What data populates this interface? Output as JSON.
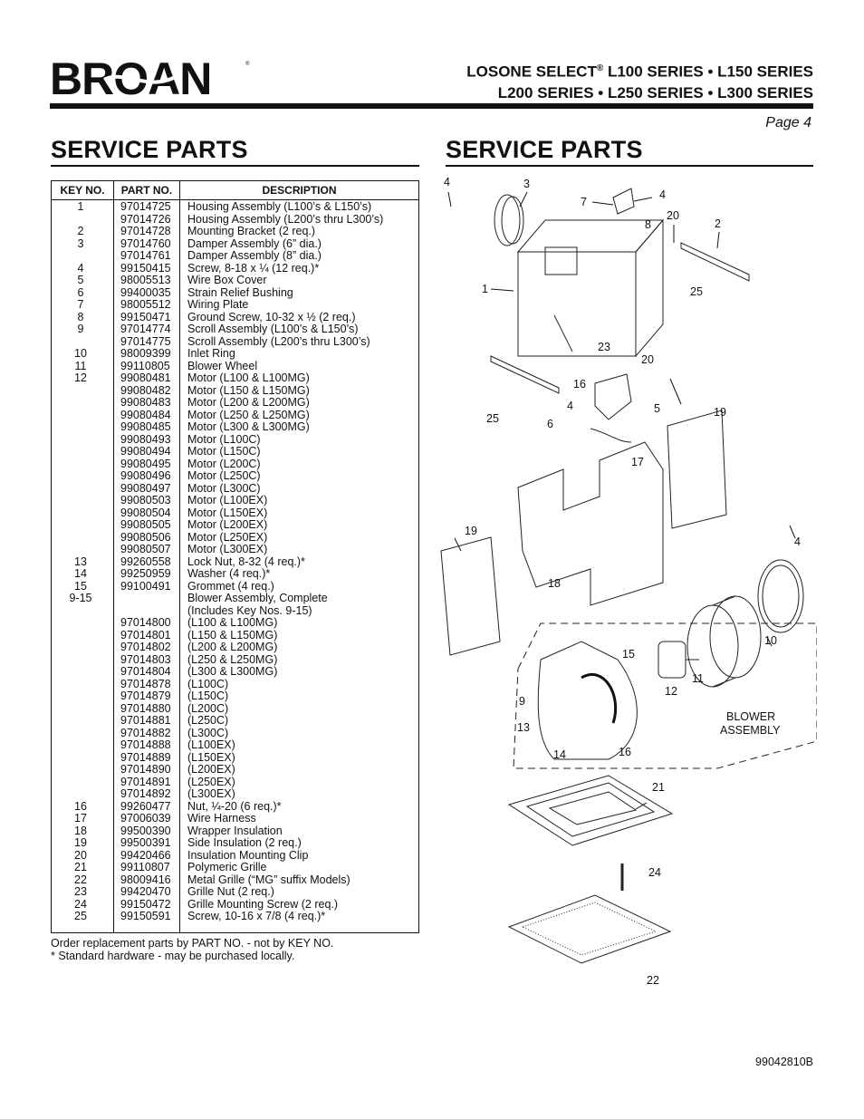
{
  "header": {
    "brand": "BROAN",
    "series_line1_prefix": "LOSONE SELECT",
    "series_reg": "®",
    "series_line1_suffix": " L100 SERIES • L150 SERIES",
    "series_line2": "L200 SERIES  • L250 SERIES • L300 SERIES",
    "page": "Page 4"
  },
  "titles": {
    "left": "SERVICE PARTS",
    "right": "SERVICE PARTS"
  },
  "table": {
    "headers": {
      "key": "KEY NO.",
      "part": "PART NO.",
      "desc": "DESCRIPTION"
    },
    "rows": [
      {
        "key": "1",
        "part": "97014725",
        "desc": "Housing Assembly (L100’s & L150’s)"
      },
      {
        "key": "",
        "part": "97014726",
        "desc": "Housing Assembly (L200’s thru L300’s)"
      },
      {
        "key": "2",
        "part": "97014728",
        "desc": "Mounting Bracket (2 req.)"
      },
      {
        "key": "3",
        "part": "97014760",
        "desc": "Damper Assembly (6” dia.)"
      },
      {
        "key": "",
        "part": "97014761",
        "desc": "Damper Assembly (8” dia.)"
      },
      {
        "key": "4",
        "part": "99150415",
        "desc": "Screw, 8-18 x ¼ (12 req.)*"
      },
      {
        "key": "5",
        "part": "98005513",
        "desc": "Wire Box Cover"
      },
      {
        "key": "6",
        "part": "99400035",
        "desc": "Strain Relief Bushing"
      },
      {
        "key": "7",
        "part": "98005512",
        "desc": "Wiring Plate"
      },
      {
        "key": "8",
        "part": "99150471",
        "desc": "Ground Screw, 10-32 x ½ (2 req.)"
      },
      {
        "key": "9",
        "part": "97014774",
        "desc": "Scroll Assembly (L100’s & L150’s)"
      },
      {
        "key": "",
        "part": "97014775",
        "desc": "Scroll Assembly (L200’s thru L300’s)"
      },
      {
        "key": "10",
        "part": "98009399",
        "desc": "Inlet Ring"
      },
      {
        "key": "11",
        "part": "99110805",
        "desc": "Blower Wheel"
      },
      {
        "key": "12",
        "part": "99080481",
        "desc": "Motor (L100 & L100MG)"
      },
      {
        "key": "",
        "part": "99080482",
        "desc": "Motor (L150 & L150MG)"
      },
      {
        "key": "",
        "part": "99080483",
        "desc": "Motor (L200 & L200MG)"
      },
      {
        "key": "",
        "part": "99080484",
        "desc": "Motor (L250 & L250MG)"
      },
      {
        "key": "",
        "part": "99080485",
        "desc": "Motor (L300 & L300MG)"
      },
      {
        "key": "",
        "part": "99080493",
        "desc": "Motor (L100C)"
      },
      {
        "key": "",
        "part": "99080494",
        "desc": "Motor (L150C)"
      },
      {
        "key": "",
        "part": "99080495",
        "desc": "Motor (L200C)"
      },
      {
        "key": "",
        "part": "99080496",
        "desc": "Motor (L250C)"
      },
      {
        "key": "",
        "part": "99080497",
        "desc": "Motor (L300C)"
      },
      {
        "key": "",
        "part": "99080503",
        "desc": "Motor (L100EX)"
      },
      {
        "key": "",
        "part": "99080504",
        "desc": "Motor (L150EX)"
      },
      {
        "key": "",
        "part": "99080505",
        "desc": "Motor (L200EX)"
      },
      {
        "key": "",
        "part": "99080506",
        "desc": "Motor (L250EX)"
      },
      {
        "key": "",
        "part": "99080507",
        "desc": "Motor (L300EX)"
      },
      {
        "key": "13",
        "part": "99260558",
        "desc": "Lock Nut, 8-32 (4 req.)*"
      },
      {
        "key": "14",
        "part": "99250959",
        "desc": "Washer (4 req.)*"
      },
      {
        "key": "15",
        "part": "99100491",
        "desc": "Grommet (4 req.)"
      },
      {
        "key": "9-15",
        "part": "",
        "desc": "Blower Assembly, Complete"
      },
      {
        "key": "",
        "part": "",
        "desc": "(Includes Key Nos. 9-15)"
      },
      {
        "key": "",
        "part": "97014800",
        "desc": "(L100 & L100MG)"
      },
      {
        "key": "",
        "part": "97014801",
        "desc": "(L150 & L150MG)"
      },
      {
        "key": "",
        "part": "97014802",
        "desc": "(L200 & L200MG)"
      },
      {
        "key": "",
        "part": "97014803",
        "desc": "(L250 & L250MG)"
      },
      {
        "key": "",
        "part": "97014804",
        "desc": "(L300 & L300MG)"
      },
      {
        "key": "",
        "part": "97014878",
        "desc": "(L100C)"
      },
      {
        "key": "",
        "part": "97014879",
        "desc": "(L150C)"
      },
      {
        "key": "",
        "part": "97014880",
        "desc": "(L200C)"
      },
      {
        "key": "",
        "part": "97014881",
        "desc": "(L250C)"
      },
      {
        "key": "",
        "part": "97014882",
        "desc": "(L300C)"
      },
      {
        "key": "",
        "part": "97014888",
        "desc": "(L100EX)"
      },
      {
        "key": "",
        "part": "97014889",
        "desc": "(L150EX)"
      },
      {
        "key": "",
        "part": "97014890",
        "desc": "(L200EX)"
      },
      {
        "key": "",
        "part": "97014891",
        "desc": "(L250EX)"
      },
      {
        "key": "",
        "part": "97014892",
        "desc": "(L300EX)"
      },
      {
        "key": "16",
        "part": "99260477",
        "desc": "Nut, ¼-20 (6 req.)*"
      },
      {
        "key": "17",
        "part": "97006039",
        "desc": "Wire Harness"
      },
      {
        "key": "18",
        "part": "99500390",
        "desc": "Wrapper Insulation"
      },
      {
        "key": "19",
        "part": "99500391",
        "desc": "Side Insulation (2 req.)"
      },
      {
        "key": "20",
        "part": "99420466",
        "desc": "Insulation Mounting Clip"
      },
      {
        "key": "21",
        "part": "99110807",
        "desc": "Polymeric Grille"
      },
      {
        "key": "22",
        "part": "98009416",
        "desc": "Metal Grille (“MG” suffix Models)"
      },
      {
        "key": "23",
        "part": "99420470",
        "desc": "Grille Nut (2 req.)"
      },
      {
        "key": "24",
        "part": "99150472",
        "desc": "Grille Mounting Screw (2 req.)"
      },
      {
        "key": "25",
        "part": "99150591",
        "desc": "Screw, 10-16 x 7/8 (4 req.)*"
      }
    ]
  },
  "notes": {
    "line1": "Order replacement parts by PART NO. - not by KEY NO.",
    "line2": "* Standard hardware - may be purchased locally."
  },
  "diagram": {
    "callouts": {
      "c4a": "4",
      "c3": "3",
      "c7": "7",
      "c4b": "4",
      "c8": "8",
      "c20a": "20",
      "c2": "2",
      "c1": "1",
      "c25a": "25",
      "c23": "23",
      "c20b": "20",
      "c16a": "16",
      "c4c": "4",
      "c5": "5",
      "c6": "6",
      "c25b": "25",
      "c19a": "19",
      "c17": "17",
      "c19b": "19",
      "c18": "18",
      "c4d": "4",
      "c10": "10",
      "c15": "15",
      "c11": "11",
      "c12": "12",
      "c9": "9",
      "c13": "13",
      "c14": "14",
      "c16b": "16",
      "c21": "21",
      "c24": "24",
      "c22": "22"
    },
    "blower_label_1": "BLOWER",
    "blower_label_2": "ASSEMBLY"
  },
  "footer": {
    "doc_number": "99042810B"
  }
}
